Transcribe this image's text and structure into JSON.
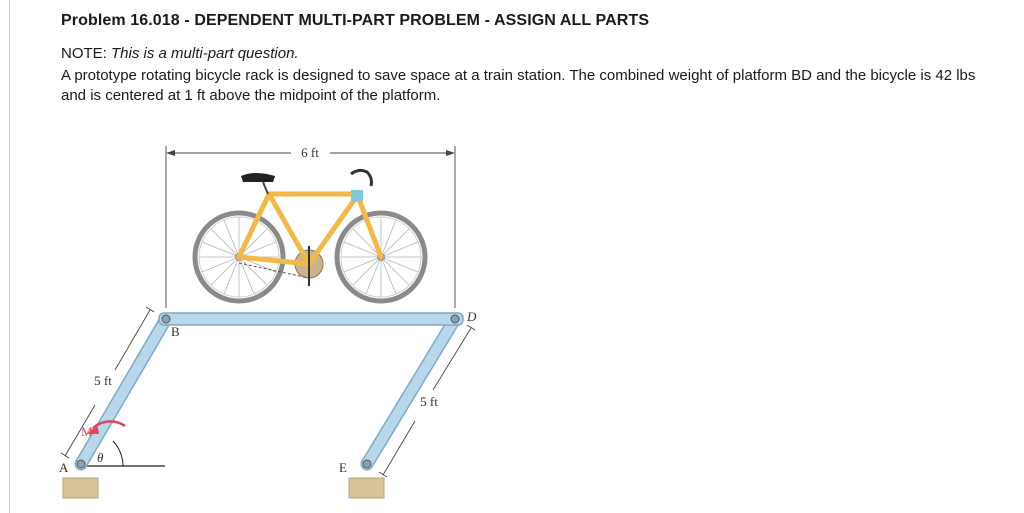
{
  "problem": {
    "title": "Problem 16.018 - DEPENDENT MULTI-PART PROBLEM - ASSIGN ALL PARTS",
    "note_label": "NOTE: ",
    "note_text": "This is a multi-part question.",
    "description": "A prototype rotating bicycle rack is designed to save space at a train station. The combined weight of platform BD and the bicycle is 42 lbs and is centered at 1 ft above the midpoint of the platform."
  },
  "figure": {
    "dim_top": "6 ft",
    "dim_left": "5 ft",
    "dim_right": "5 ft",
    "label_a": "A",
    "label_b": "B",
    "label_d": "D",
    "label_e": "E",
    "label_m": "M",
    "label_theta": "θ"
  },
  "colors": {
    "link_fill": "#b9d7ea",
    "link_stroke": "#7fa9c6",
    "support_fill": "#d8c39a",
    "moment_arrow": "#e0455a",
    "bike_frame": "#f2b94a"
  }
}
